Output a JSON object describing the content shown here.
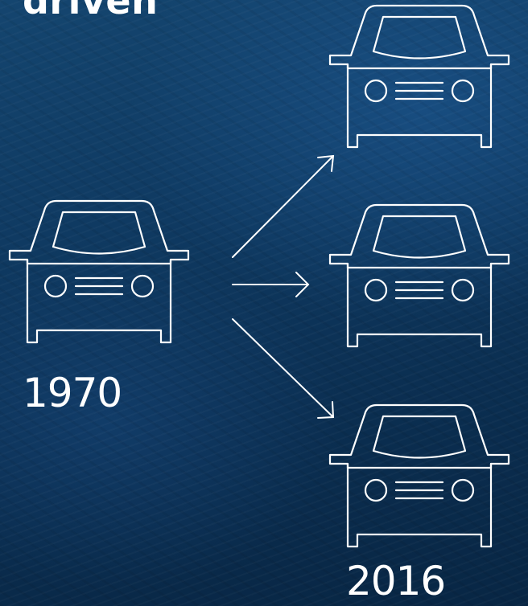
{
  "title": "driven",
  "years": {
    "start": "1970",
    "end": "2016"
  },
  "colors": {
    "stroke": "#ffffff",
    "background": "#0f3a62"
  },
  "icons": [
    "car-icon",
    "car-icon",
    "car-icon",
    "car-icon"
  ]
}
